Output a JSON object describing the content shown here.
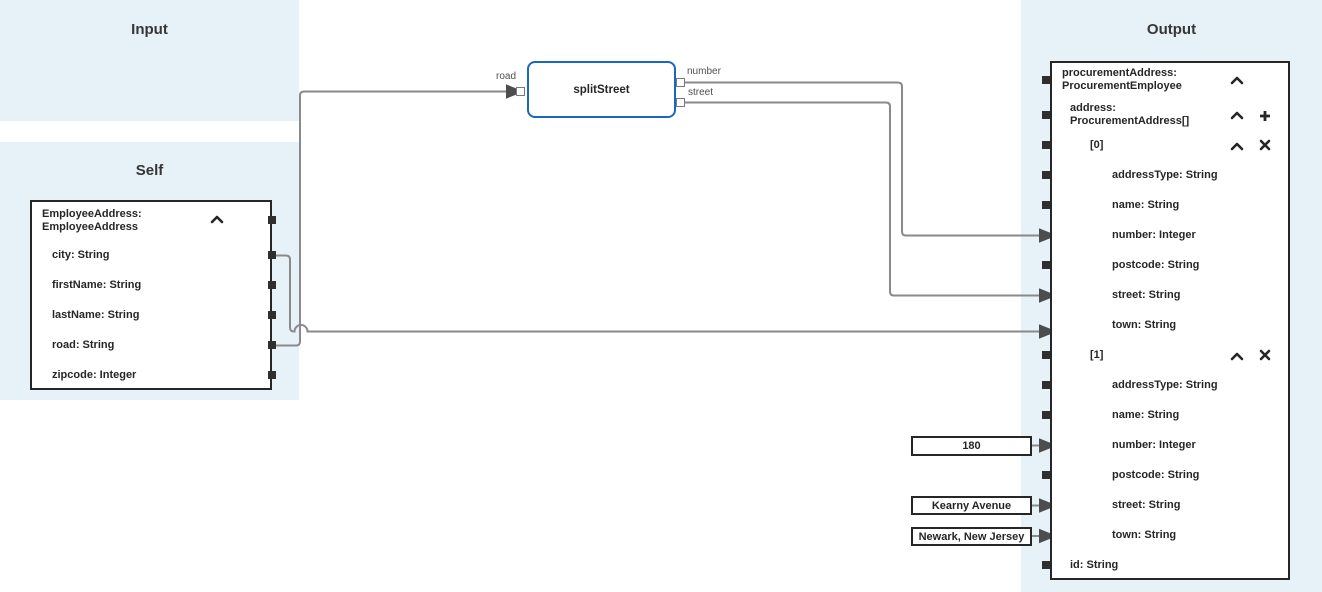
{
  "panels": {
    "input": {
      "title": "Input"
    },
    "self": {
      "title": "Self"
    },
    "output": {
      "title": "Output"
    }
  },
  "self_box": {
    "header": "EmployeeAddress:\nEmployeeAddress",
    "fields": [
      {
        "label": "city: String"
      },
      {
        "label": "firstName: String"
      },
      {
        "label": "lastName: String"
      },
      {
        "label": "road: String"
      },
      {
        "label": "zipcode: Integer"
      }
    ]
  },
  "function_node": {
    "label": "splitStreet",
    "input_port_label": "road",
    "output_port_labels": [
      {
        "label": "number"
      },
      {
        "label": "street"
      }
    ]
  },
  "constants": [
    {
      "value": "180"
    },
    {
      "value": "Kearny Avenue"
    },
    {
      "value": "Newark, New Jersey"
    }
  ],
  "output_tree": {
    "rows": [
      {
        "label": "procurementAddress:\nProcurementEmployee"
      },
      {
        "label": "address:\nProcurementAddress[]"
      },
      {
        "label": "[0]"
      },
      {
        "label": "addressType: String"
      },
      {
        "label": "name: String"
      },
      {
        "label": "number: Integer"
      },
      {
        "label": "postcode: String"
      },
      {
        "label": "street: String"
      },
      {
        "label": "town: String"
      },
      {
        "label": "[1]"
      },
      {
        "label": "addressType: String"
      },
      {
        "label": "name: String"
      },
      {
        "label": "number: Integer"
      },
      {
        "label": "postcode: String"
      },
      {
        "label": "street: String"
      },
      {
        "label": "town: String"
      },
      {
        "label": "id: String"
      }
    ]
  },
  "icons": {
    "collapse": "chevron-up",
    "add": "plus",
    "remove": "close"
  },
  "colors": {
    "panel_bg": "#e7f1f8",
    "function_border": "#1b65c7",
    "wire": "#8a8a8a",
    "arrow": "#4d4d4d",
    "text": "#262626",
    "port": "#2f2f2f"
  }
}
